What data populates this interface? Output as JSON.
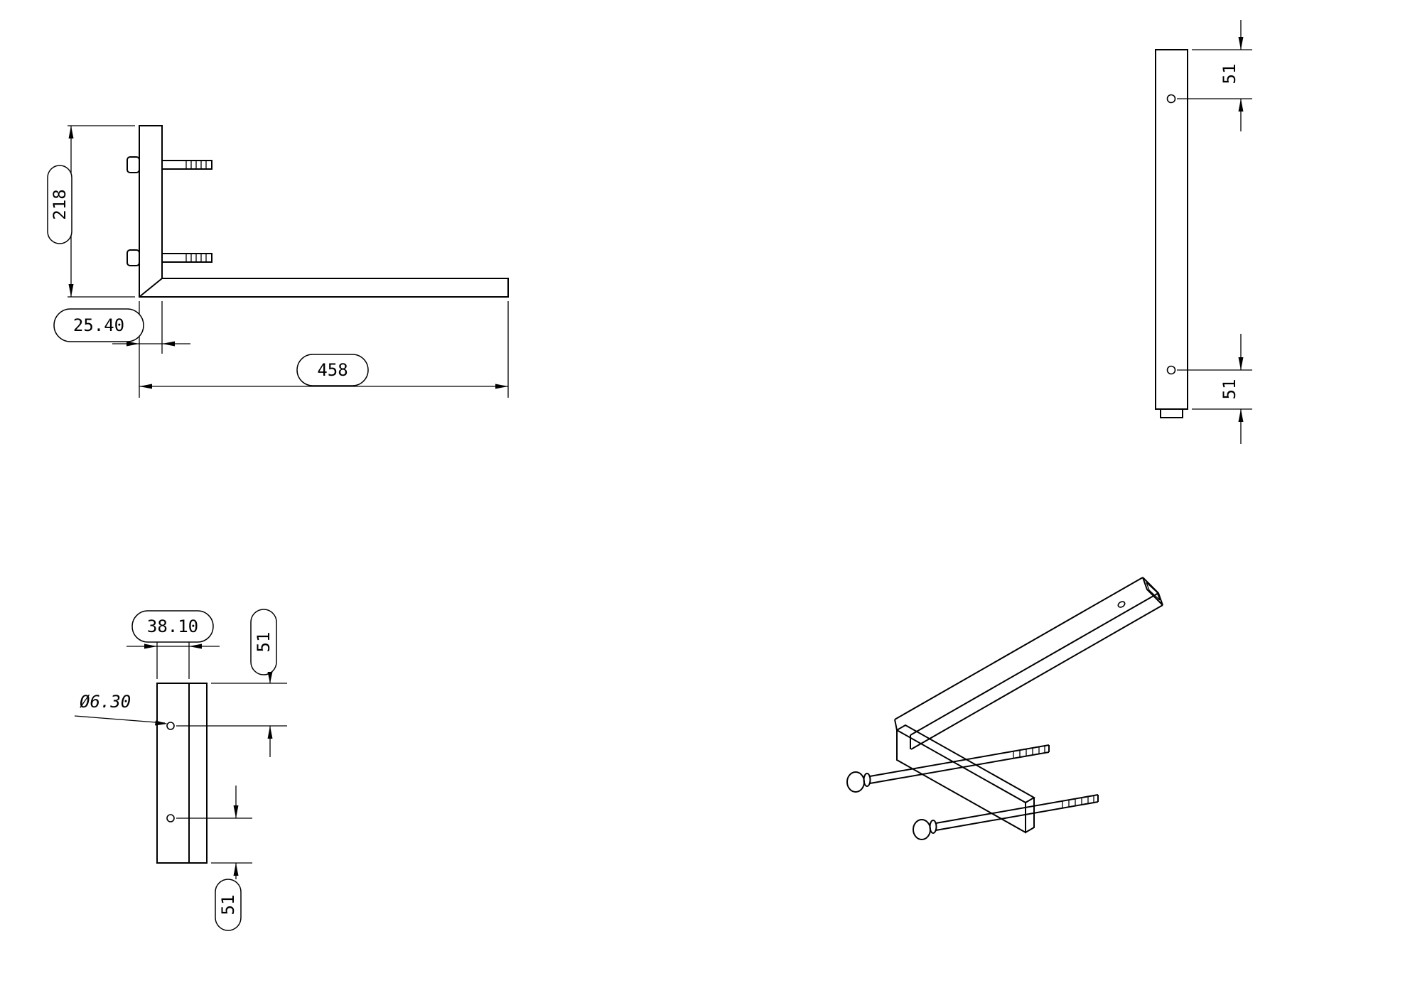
{
  "sheet": {
    "background": "#ffffff",
    "line_color": "#000000"
  },
  "views": {
    "side": {
      "height": "218",
      "thickness": "25.40",
      "length": "458"
    },
    "end": {
      "top_hole_offset": "51",
      "bottom_hole_offset": "51"
    },
    "face": {
      "edge_offset": "38.10",
      "top_hole_offset": "51",
      "hole_diameter": "Ø6.30",
      "bottom_hole_offset": "51"
    }
  }
}
